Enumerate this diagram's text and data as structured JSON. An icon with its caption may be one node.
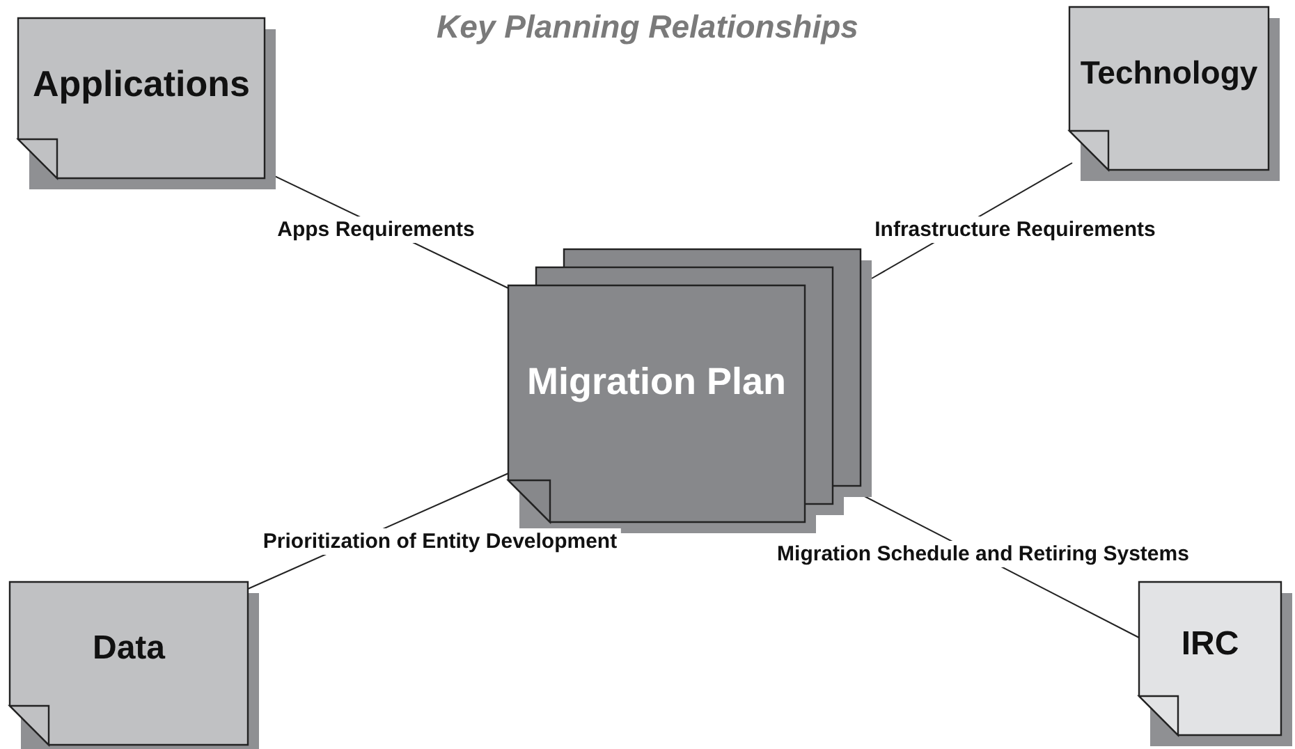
{
  "diagram": {
    "title": "Key Planning Relationships",
    "nodes": [
      {
        "text": [
          "Applications"
        ]
      },
      {
        "text": [
          "Technology"
        ]
      },
      {
        "text": [
          "Migration Plan"
        ]
      },
      {
        "text": [
          "Data"
        ]
      },
      {
        "text": [
          "IRC"
        ]
      }
    ],
    "edges": [
      {
        "from": 0,
        "to": 2,
        "arrow": "none",
        "label": "Apps Requirements"
      },
      {
        "from": 1,
        "to": 2,
        "arrow": "none",
        "label": "Infrastructure Requirements"
      },
      {
        "from": 3,
        "to": 2,
        "arrow": "none",
        "label": "Prioritization of Entity Development"
      },
      {
        "from": 4,
        "to": 2,
        "arrow": "none",
        "label": "Migration Schedule and Retiring Systems"
      }
    ]
  }
}
